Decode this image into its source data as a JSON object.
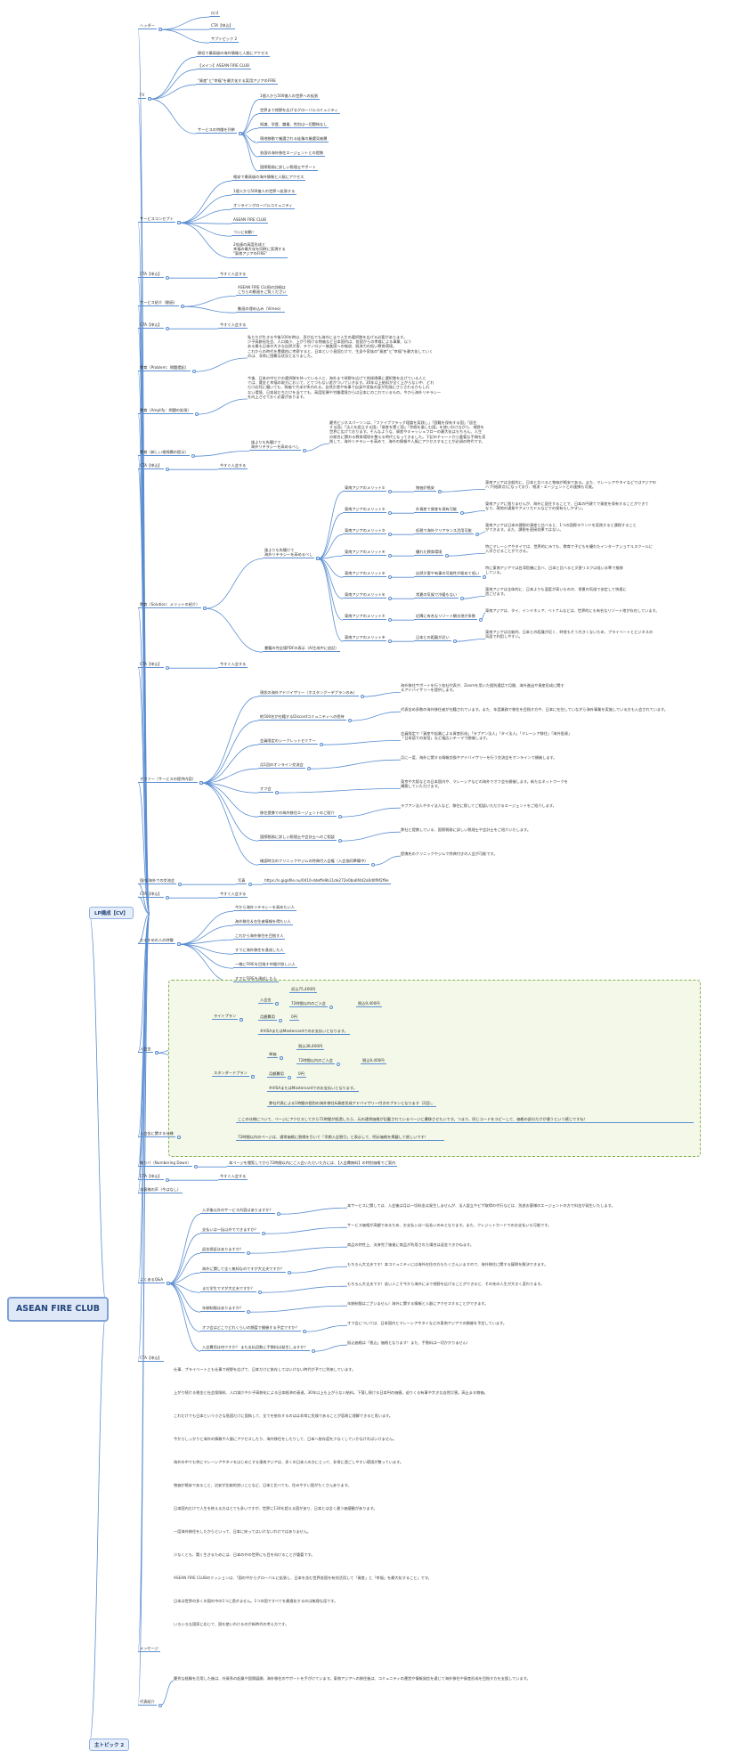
{
  "root": "ASEAN FIRE CLUB",
  "topics": {
    "lp": "LP構成【CV】",
    "topic2": "主トピック 2"
  },
  "nodes": {
    "header": "ヘッダー",
    "logo": "ロゴ",
    "cta_top1": "CTA【申込】",
    "subtopic": "サブトピック 2",
    "fv": "FV",
    "fv_catch": "稼収で最高級の海外情報と人脈にアクセス",
    "fv_main": "【メイン】ASEAN FIRE CLUB",
    "fv_sub": "\"資産\"と\"幸福\"を最大化する実用アジアのFIRE",
    "fv_features": "サービスの特徴を列挙",
    "fv_f1": "1個人から500億人の世界への拡張",
    "fv_f2": "世界まで視野を広げるグローバルコミュニティ",
    "fv_f3": "知識、学歴、職業、性別は一切関係なし",
    "fv_f4": "現地移動で厳選される徒業の厳選見者層",
    "fv_f5": "各国の海外移住エージェントとの提携",
    "fv_f6": "国際税務に詳しい税理士サポート",
    "concept": "サービスコンセプト",
    "c1": "格安で最高級の海外情報と人脈にアクセス",
    "c2": "1個人から500億人の世界へ拡張する",
    "c3": "オンライングローバルコミュニティ",
    "c4": "ASEAN FIRE CLUB",
    "c5": "ついに始動！",
    "c6": "2倍速の高度形成と\n幸福の最大化を同時に実現する\n\"東南アジアのFIRE\"",
    "cta1": "CTA【申込】",
    "cta1_t": "今すぐ入会する",
    "video": "サービス紹介（動画）",
    "video_t1": "ASEAN FIRE CLUBの詳細は\nこちらの動画をご覧ください",
    "video_t2": "動画の埋め込み（Vimeo）",
    "cta2": "CTA【申込】",
    "cta2_t": "今すぐ入会する",
    "problem": "教育（Problem：問題提起）",
    "problem_t": "私たちが生きる今後100年時は、歪が広でも海外にまで人生の選択肢を広げる必要があります。\n少子高齢化社会、人口減少、上がり続ける物価など日本国内は、各国からの孝雄による事業、以う\nある最も日本の大きな自然災害、テクノロジー後進国への縮退、経済力の低い教育環境。\nこれからの時代を豊穣的に考察すると、日本という島国だけで、生身や家族の\"資産\"と\"幸福\"を最大化していく\nのは、非常に困難な状況となりました。",
    "amplify": "教育（Amplify：問題の拡張）",
    "amplify_t": "今後、日本の中だけの選択肢を持っている人と、海外まで視野を広げて地球規模に選択肢を広げている人と\nでは、賃金と幸福の取方において、とてつもない差がついていきます。30年以上給料が全く上がらない中、どれ\nだけ必死に働いても、物価で大半が失われる。自然災害や有事で自身や家族の身が危険にさらされるかもしれ\nない環境、日本発だちだけを当てても、高度医療や労働環境からは日本にのこれでいるもの。今から海外リテラシー\nを向上させておく必要があります。",
    "new_sol": "教育（新しい根線欄の提示）",
    "new_sol_k": "誰よりも先駆けて\n海外リテラシーを高めるべし",
    "new_sol_t": "慶秀ビジネスパーソンは、「ファイブフラッグ理論を実践し」「国籍を保有する国」「居住\nする国」「法人を設立する国」「資産を置く国」「余暇を楽しむ国」を使いわけながら、視野を\n世界に広げております。そんなような、資産やキャッシュフローの最大化はもちろん、人生\nの総合に関わる教育環境を整える時代となってきました。下記のチャートから重要な手順を実\n践して、海外リテラシーを高めて、海外の情報や人脈にアクセスすることが必須の時代です。",
    "cta3": "CTA【申込】",
    "cta3_t": "今すぐ入会する",
    "solution": "教育（Solution：メリットの紹介）",
    "sol_k": "誰よりも先駆けて\n海外リテラシーを高めるべし",
    "merits": [
      {
        "label": "東南アジアのメリット①",
        "key": "物価が格安",
        "desc": "東南アジアは全般的に、日本と比べると物価が格安である。また、マレーシアやタイなどではアジアの\nハブ(結節点)になっており、物流・エージェントとの連携も可能。"
      },
      {
        "label": "東南アジアのメリット②",
        "key": "外資産で資産を保有可能",
        "desc": "東南アジアに限りませんが、海外に居住することで、日本の円建てで資産を保有することができて\nなり、現地の通貨やアメリカドルなどでの保有もしやすい。"
      },
      {
        "label": "東南アジアのメリット③",
        "key": "低税で海外クリアランス活用可能",
        "desc": "東南アジアは日本の課税の資産と比べると、1つの国際ラウンドを実践すると課税すること\nができます。また、課税を直接効果ではない。"
      },
      {
        "label": "東南アジアのメリット④",
        "key": "優れた教育環境",
        "desc": "特にマレーシアやタイでは、世界的にみても、教育で子どもを優れたインターナショナルスクールに\n入学させることができる。"
      },
      {
        "label": "東南アジアのメリット⑤",
        "key": "自然災害や有事の可能性が極めて低い",
        "desc": "特に東南アジアでは台湾危機に比べ、日本と比べると災害リスクは低い水準で推移\nしている。"
      },
      {
        "label": "東南アジアのメリット⑥",
        "key": "常夏の気候で冷暖もない",
        "desc": "東南アジアは全体的に、日本よりも温度が高いものの、常夏の気候で安定して快適に\n過ごせます。"
      },
      {
        "label": "東南アジアのメリット⑦",
        "key": "近隣に有名なリゾート観光地が多数",
        "desc": "東南アジアは、タイ、インドネシア、ベトナムなどは、世界的にも有名なリゾート地が存在しています。"
      },
      {
        "label": "東南アジアのメリット⑧",
        "key": "日本との距離が近い",
        "desc": "東南アジアは比較的、日本との距離が近く、時差もそう大きくないため、プライベートとビジネスの\n両面で利用しやすい。"
      }
    ],
    "pdf": "書籍の完全版PDFの表示（AI生成中に追記）",
    "cta4": "CTA【申込】",
    "cta4_t": "今すぐ入会する",
    "offer": "オファー（サービスの提供内容）",
    "offers": [
      {
        "label": "現状の海外アドバイザリー（ホスタングーデブランのみ）",
        "desc": "海外移住サポートを行う各社代表が、Zoomを用いた個別通話で月間、海外進出や資産形成に関す\nるアドバイザリーを提供します。"
      },
      {
        "label": "約500名が在籍するDiscordコミュニティへの招待",
        "desc": "代表含め多数の海外移住者が在籍されています。また、年度業務で移住を目指す方や、日本に在住していながら海外事業を実施している方も入会されています。"
      },
      {
        "label": "会員限定のシークレットセミナー",
        "desc": "会員限定で「資産や起業による資産形成」「ラブアン法人」「タイ法人」「マレーシア移住」「海外投資」\n「日本語での発信」など幅広いテーマで開催します。"
      },
      {
        "label": "月1回のオンライン交流会",
        "desc": "月に一度、海外に関する情報交換やアドバイザリーを行う交流会をオンラインで開催します。"
      },
      {
        "label": "オフ会",
        "desc": "東京や大阪などの日本国内や、マレーシアなどの海外でオフ会を開催します。新たなネットワークを\n構築していただけます。"
      },
      {
        "label": "移住提携での海外移住エージェントのご紹介",
        "desc": "ラブアン法人やタイ法人など、移住に際してご相談いただけるエージェントをご紹介します。"
      },
      {
        "label": "国際税務に詳しい税理士や会計士へのご相談",
        "desc": "弊社と提携している、国際税務に詳しい税理士や会計士をご紹介いたします。"
      },
      {
        "label": "確認時点のクリニックやジムの特典付入会権（入会協同準備中）",
        "desc": "提携先のクリニックやジムで特典付きの入会が可能です。"
      }
    ],
    "visa": "国内/海外での交流会",
    "visa_k": "写真",
    "visa_url": "https://s.gigafile.nu/0410-ddeffe9b11de272e0ba6f4d2a0d0f9f2f9e",
    "cta5": "CTA【申込】",
    "cta5_t": "今すぐ入会する",
    "persona": "おすすめの人の特徴",
    "persona_items": [
      "今から海外リテラシーを高めたい人",
      "海外移住＆在住者情報を得たい人",
      "これから海外移住を目指す人",
      "すでに海外移住を達成した人",
      "一緒にFIREを目指す仲間が欲しい人",
      "すでにFIREを達成した人"
    ],
    "fee": "入会金",
    "light_plan": "ライトプラン",
    "light_join": "入会金",
    "light_join_v": "初込75,400円",
    "light_campaign": "72時間以内のご入会",
    "light_campaign_v": "税込9,400円",
    "light_monthly": "月額費用",
    "light_monthly_v": "0円",
    "light_pay": "※VISAまたはMastercardでのお支払いとなります。",
    "std_plan": "スタンダードプラン",
    "std_join": "単価",
    "std_join_v": "税込38,400円",
    "std_campaign": "72時間以内のご入会",
    "std_campaign_v": "税込9,400円",
    "std_monthly": "月額費用",
    "std_monthly_v": "0円",
    "std_pay": "※VISAまたはMastercardでのお支払いとなります。",
    "std_note": "弊社代表による1時間の個別の海外移住&資産形成アドバイザリー付きのプランとなります（2回）。",
    "limit": "入会金に関する仕様",
    "limit_t1": "ここの仕様について、ページにアクセスしてから72時間が経過したら、元の通常価格が記載されているページに遷移させたいです。つまり、同じコードをコピーして、価格の部分だけが違うという感じですね！",
    "limit_t2": "72時間以内のページは、通常価格に割線を引いて「早期入会割引」と表示して、明示価格を掲載して欲しいです！",
    "countdown": "煽りバ（Numbering Down）",
    "countdown_t": "本ページを閲覧してから72時間以内にご入会いただいた方には、【入会費無料】の特別価格でご案内",
    "cta6": "CTA【申込】",
    "cta6_t": "今すぐ入会する",
    "voice": "お客様の声（今はなし）",
    "faq": "よくあるQ&A",
    "faqs": [
      {
        "q": "入学後以外のサービス内容はありますか？",
        "a": "本サービスに関しては、入会後は月は一切料金は発生しませんが、法人設立やビザ取得の代行などは、別途お客様のエージェントの方で料金が発生いたします。"
      },
      {
        "q": "支払いは一括以外でできますか？",
        "a": "サービス価格が高額であるため、お支払いは一括払いのみとなります。また、クレジットカードでのお支払いも可能です。"
      },
      {
        "q": "返金保証はありますか？",
        "a": "商品の特性上、決済完了後後に商品が利用された場合は返金できかねます。"
      },
      {
        "q": "海外に関して全く無知なのですが大丈夫ですか？",
        "a": "もちろん大丈夫です！本コミュニティには海外在住の方もたくさんいますので、海外移住に関する疑問を解決できます。"
      },
      {
        "q": "まだ学生ですが大丈夫ですか？",
        "a": "もちろん大丈夫です！若い人こそ今から海外にまで視野を広げることができると、その先の人生が大きく変わります。"
      },
      {
        "q": "年齢制限はありますか？",
        "a": "年齢制限はございません！海外に関する情報と人脈にアクセスすることができます。"
      },
      {
        "q": "オフ会はどこでどれくらいの頻度で開催する予定ですか？",
        "a": "オフ会については、日本国内とマレーシアやタイなどの東南アジアでの開催を予定しています。"
      },
      {
        "q": "入会費用は何ですか？ また支払回数に手数料は発生しますか？",
        "a": "振込価格は「税込」価格となります！また、手数料は一切かかりません！"
      }
    ],
    "cta7": "CTA【申込】",
    "message": "メッセージ",
    "message_paras": [
      "仕事、プライベートとも仕事で視野を広げて、日本だけに依存してはいけない時代が予てに到来しています。",
      "上がり続ける税金と社会保険料、人口減少や少子高齢化による日本経済の衰退。30年以上も上がらない給料。下落し続ける日本円の価値。迫りくる有事や大きな自然災害。高止まる物価。",
      "これだけでも日本という小さな島国だけに固執して、全てを依存するのはは非常に危険であることが容易に理解できると思います。",
      "今からしっかりと海外の情報や人脈にアクセスしたり、海外移住をしたりして、日本へ依存度を少なくしていかなければいけません。",
      "海外の中でも特にマレーシアやタイをはじめとする東南アジアは、多くの日本人の方にとって、非常に過ごしやすい環境が整っています。",
      "物価が格安であること、治安が比較的良いことなど、日本と比べても、住みやすい国がたくさんあります。",
      "日本国内だけで人生を終える方はとても多いですが、世界に130を超える国があり、日本とは全く違う価値観があります。",
      "一度海外移住をしたからといって、日本に戻ってはいけないわけではありません。",
      "少なくとも、賢く生きるためには、日本の外の世界にも目を向けることが重要です。",
      "ASEAN FIRE CLUBのミッションは、「国の中からグローバルに拡張し、日本を含む世界各国を有効活用して「資産」と「幸福」を最大化すること」です。",
      "日本は世界の多くの国の中の1つに過ぎません。1つの国ですべてを最適化するのは無理な話です。",
      "いろいろな国家に応じて、国を使いわけるのが新時代の考え方です。"
    ],
    "founder": "代表紹介",
    "founder_t": "慶秀な経験を活用した後は、外資系の起業や国際展開、海外移住のサポートを手がけています。東南アジアへの移住後は、コミュニティの運営や情報発信を通じて海外移住や資産形成を目指す方を支援しています。"
  }
}
